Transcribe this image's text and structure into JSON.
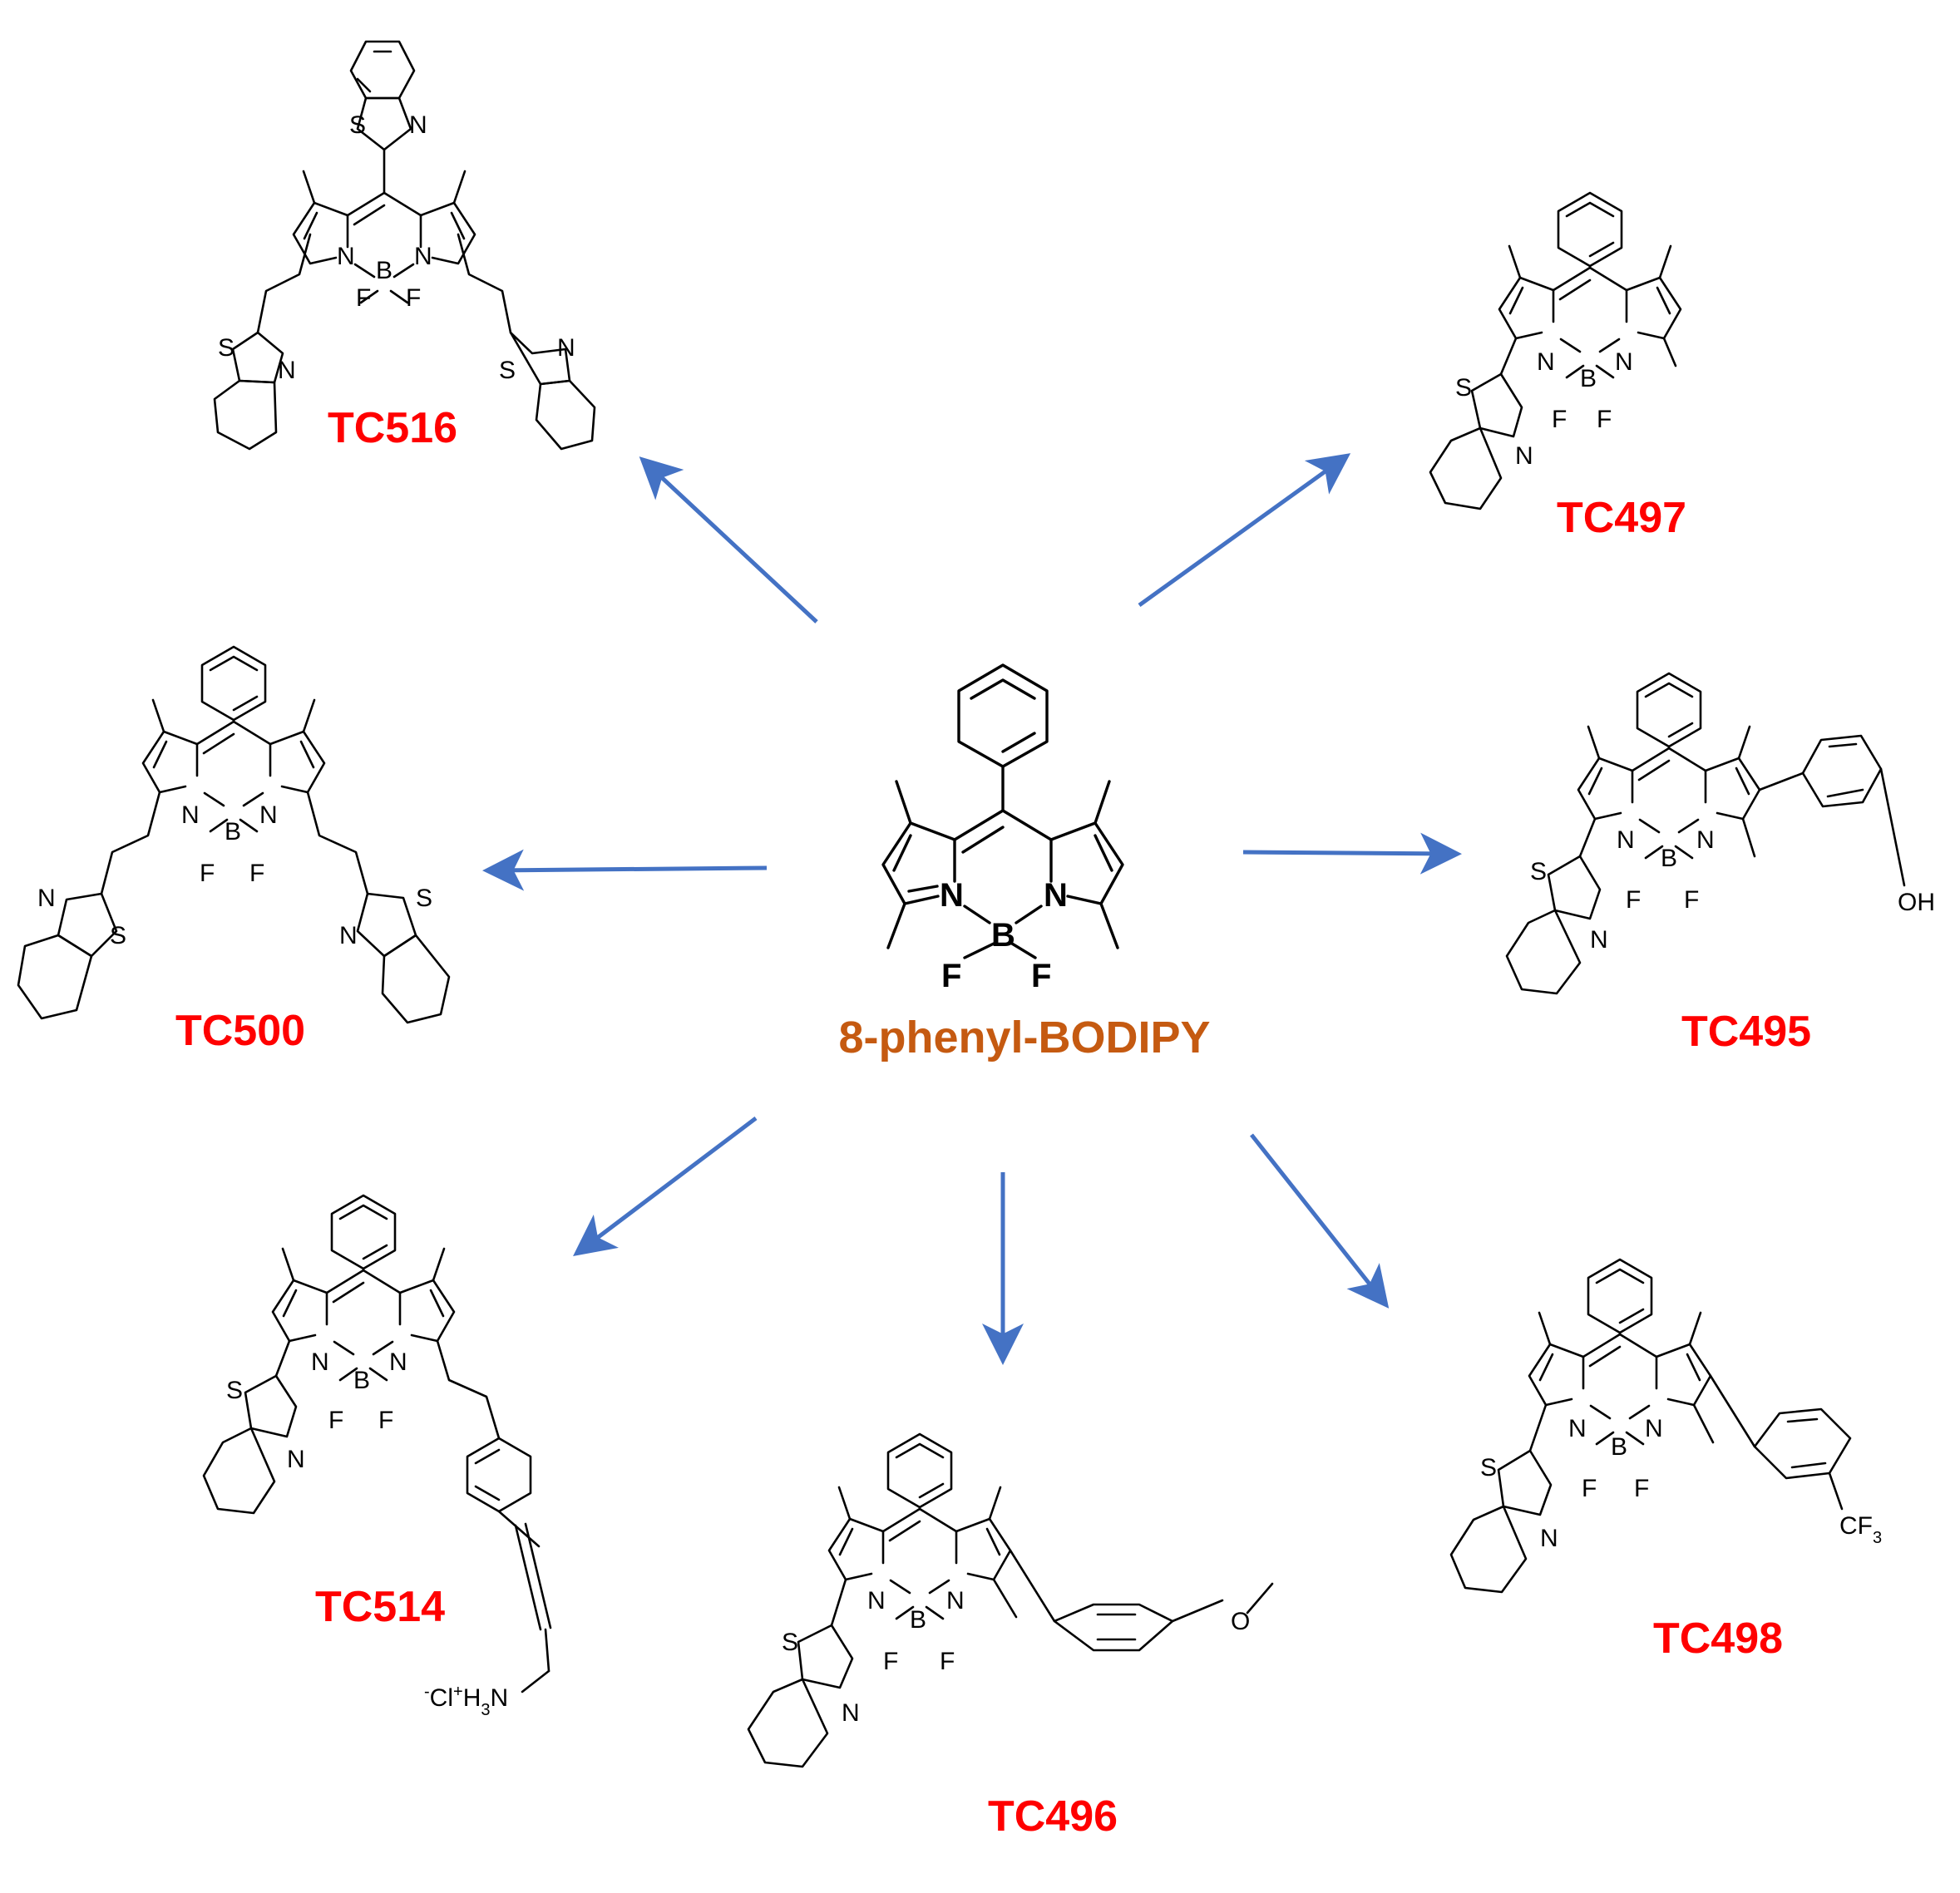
{
  "core": {
    "name": "8-phenyl-BODIPY",
    "color": "#c55a11"
  },
  "arrow_color": "#4472c4",
  "label_color": "#ff0000",
  "products": [
    {
      "id": "TC516",
      "label": "TC516"
    },
    {
      "id": "TC497",
      "label": "TC497"
    },
    {
      "id": "TC500",
      "label": "TC500"
    },
    {
      "id": "TC495",
      "label": "TC495"
    },
    {
      "id": "TC514",
      "label": "TC514"
    },
    {
      "id": "TC496",
      "label": "TC496"
    },
    {
      "id": "TC498",
      "label": "TC498"
    }
  ],
  "atoms": {
    "N": "N",
    "B": "B",
    "F": "F",
    "S": "S",
    "OH": "OH",
    "CF3": "CF",
    "CF3_sub": "3",
    "ammonium": "Cl",
    "ammonium_sup1": "-",
    "ammonium_sup2": "+",
    "ammonium_H": "H",
    "ammonium_sub": "3",
    "ammonium_N": "N"
  }
}
